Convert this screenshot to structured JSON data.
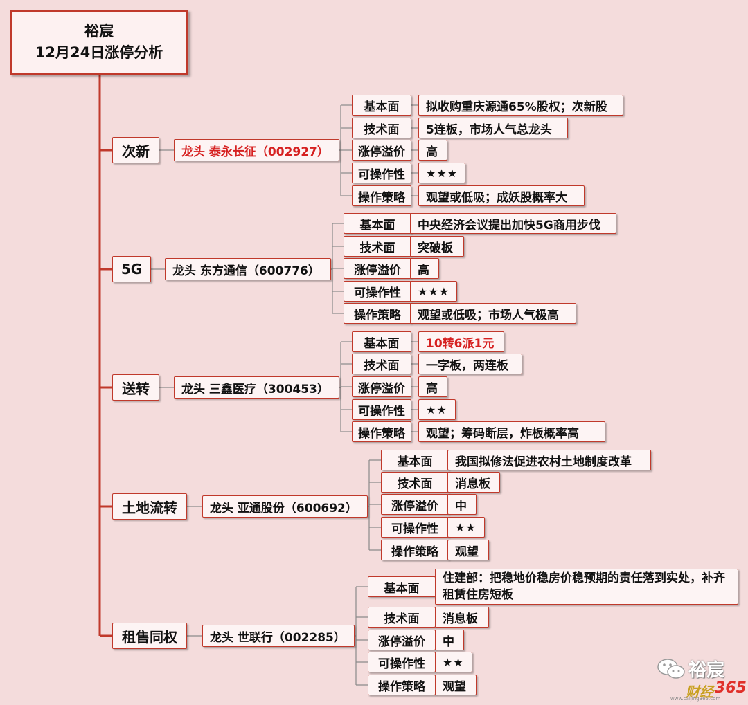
{
  "title": {
    "line1": "裕宸",
    "line2": "12月24日涨停分析"
  },
  "categories": [
    {
      "name": "次新",
      "leader": "龙头 泰永长征（002927）",
      "leader_highlight": true,
      "attrs": [
        {
          "label": "基本面",
          "value": "拟收购重庆源通65%股权；次新股"
        },
        {
          "label": "技术面",
          "value": "5连板，市场人气总龙头"
        },
        {
          "label": "涨停溢价",
          "value": "高"
        },
        {
          "label": "可操作性",
          "value": "★★★"
        },
        {
          "label": "操作策略",
          "value": "观望或低吸；成妖股概率大"
        }
      ]
    },
    {
      "name": "5G",
      "leader": "龙头 东方通信（600776）",
      "leader_highlight": false,
      "attrs": [
        {
          "label": "基本面",
          "value": "中央经济会议提出加快5G商用步伐"
        },
        {
          "label": "技术面",
          "value": "突破板"
        },
        {
          "label": "涨停溢价",
          "value": "高"
        },
        {
          "label": "可操作性",
          "value": "★★★"
        },
        {
          "label": "操作策略",
          "value": "观望或低吸；市场人气极高"
        }
      ]
    },
    {
      "name": "送转",
      "leader": "龙头 三鑫医疗（300453）",
      "leader_highlight": false,
      "attrs": [
        {
          "label": "基本面",
          "value": "10转6派1元",
          "highlight": true
        },
        {
          "label": "技术面",
          "value": "一字板，两连板"
        },
        {
          "label": "涨停溢价",
          "value": "高"
        },
        {
          "label": "可操作性",
          "value": "★★"
        },
        {
          "label": "操作策略",
          "value": "观望；筹码断层，炸板概率高"
        }
      ]
    },
    {
      "name": "土地流转",
      "leader": "龙头 亚通股份（600692）",
      "leader_highlight": false,
      "attrs": [
        {
          "label": "基本面",
          "value": "我国拟修法促进农村土地制度改革"
        },
        {
          "label": "技术面",
          "value": "消息板"
        },
        {
          "label": "涨停溢价",
          "value": "中"
        },
        {
          "label": "可操作性",
          "value": "★★"
        },
        {
          "label": "操作策略",
          "value": "观望"
        }
      ]
    },
    {
      "name": "租售同权",
      "leader": "龙头 世联行（002285）",
      "leader_highlight": false,
      "attrs": [
        {
          "label": "基本面",
          "value": "住建部：把稳地价稳房价稳预期的责任落到实处，补齐租赁住房短板"
        },
        {
          "label": "技术面",
          "value": "消息板"
        },
        {
          "label": "涨停溢价",
          "value": "中"
        },
        {
          "label": "可操作性",
          "value": "★★"
        },
        {
          "label": "操作策略",
          "value": "观望"
        }
      ]
    }
  ],
  "watermark": {
    "brand": "裕宸",
    "site_prefix": "财经",
    "site_number": "365",
    "url": "www.caijing365.com"
  },
  "colors": {
    "line": "#c0392b",
    "border": "#c0392b",
    "highlight": "#d62020",
    "background": "#f4dcdc",
    "box": "#fdf4f4"
  }
}
